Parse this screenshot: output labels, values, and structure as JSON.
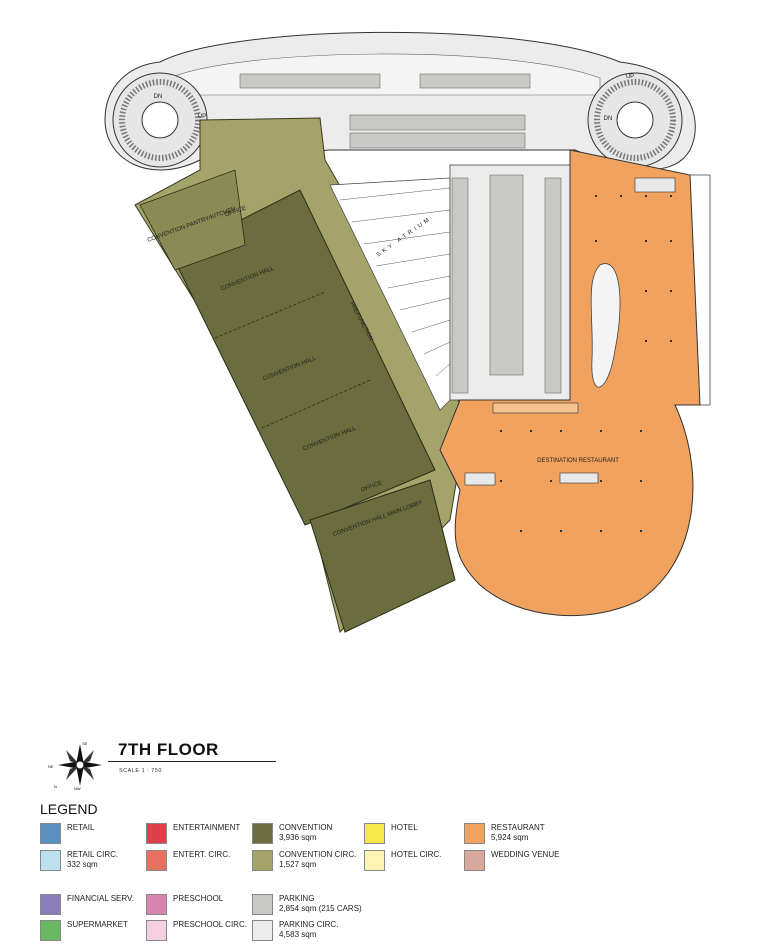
{
  "floor": {
    "title": "7TH FLOOR",
    "scale": "SCALE 1 : 750"
  },
  "compass": {
    "labels": [
      "SE",
      "NE",
      "N",
      "NW"
    ]
  },
  "plan_labels": {
    "convention_pantry": "CONVENTION PANTRY/KITCHEN",
    "office": "OFFICE",
    "office2": "OFFICE",
    "convention_hall_1": "CONVENTION HALL",
    "convention_hall_2": "CONVENTION HALL",
    "convention_hall_3": "CONVENTION HALL",
    "prefunction": "PREFUNCTION",
    "sky_atrium": "SKY ATRIUM",
    "main_lobby": "CONVENTION HALL MAIN LOBBY",
    "destination_restaurant": "DESTINATION RESTAURANT",
    "dn1": "DN",
    "up1": "UP",
    "dn2": "DN",
    "up2": "UP"
  },
  "legend": {
    "heading": "LEGEND",
    "items": [
      {
        "label": "RETAIL",
        "detail": "",
        "color": "#5b8fbf"
      },
      {
        "label": "ENTERTAINMENT",
        "detail": "",
        "color": "#e0404a"
      },
      {
        "label": "CONVENTION",
        "detail": "3,936 sqm",
        "color": "#6b6d3e"
      },
      {
        "label": "HOTEL",
        "detail": "",
        "color": "#f5e94a"
      },
      {
        "label": "RESTAURANT",
        "detail": "5,924 sqm",
        "color": "#f0a25e"
      },
      {
        "label": "RETAIL CIRC.",
        "detail": "332 sqm",
        "color": "#bde0ee"
      },
      {
        "label": "ENTERT. CIRC.",
        "detail": "",
        "color": "#e8705e"
      },
      {
        "label": "CONVENTION CIRC.",
        "detail": "1,527 sqm",
        "color": "#a4a36a"
      },
      {
        "label": "HOTEL CIRC.",
        "detail": "",
        "color": "#fbf4b4"
      },
      {
        "label": "WEDDING VENUE",
        "detail": "",
        "color": "#d8a89c"
      },
      {
        "label": "FINANCIAL SERV.",
        "detail": "",
        "color": "#8a7fba"
      },
      {
        "label": "PRESCHOOL",
        "detail": "",
        "color": "#d884b0"
      },
      {
        "label": "PARKING",
        "detail": "2,854 sqm  (215 CARS)",
        "color": "#c9cac6"
      },
      {
        "label": "SUPERMARKET",
        "detail": "",
        "color": "#6bb862"
      },
      {
        "label": "PRESCHOOL CIRC.",
        "detail": "",
        "color": "#f5cfdf"
      },
      {
        "label": "PARKING CIRC.",
        "detail": "4,583 sqm",
        "color": "#ececec"
      }
    ]
  },
  "colors": {
    "convention": "#6b6d3e",
    "convention_circ": "#a4a36a",
    "restaurant": "#f0a25e",
    "parking": "#c9cac6",
    "parking_circ": "#ececec"
  }
}
